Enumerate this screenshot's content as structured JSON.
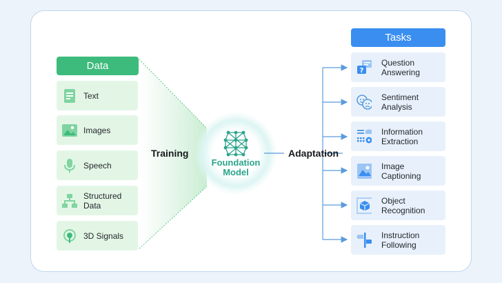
{
  "data_header": "Data",
  "data_items": [
    {
      "label": "Text",
      "icon": "document-icon"
    },
    {
      "label": "Images",
      "icon": "image-icon"
    },
    {
      "label": "Speech",
      "icon": "microphone-icon"
    },
    {
      "label": "Structured Data",
      "icon": "hierarchy-icon"
    },
    {
      "label": "3D Signals",
      "icon": "radar-signal-icon"
    }
  ],
  "training_label": "Training",
  "foundation_label": "Foundation Model",
  "adaptation_label": "Adaptation",
  "tasks_header": "Tasks",
  "tasks": [
    {
      "label": "Question Answering",
      "icon": "question-chat-icon"
    },
    {
      "label": "Sentiment Analysis",
      "icon": "faces-icon"
    },
    {
      "label": "Information Extraction",
      "icon": "data-extract-icon"
    },
    {
      "label": "Image Captioning",
      "icon": "image-caption-icon"
    },
    {
      "label": "Object Recognition",
      "icon": "cube-scan-icon"
    },
    {
      "label": "Instruction Following",
      "icon": "signpost-icon"
    }
  ],
  "colors": {
    "data_accent": "#3dbb7c",
    "task_accent": "#3a8ef0",
    "model_accent": "#2ba48c",
    "connector": "#5a9bdc"
  }
}
